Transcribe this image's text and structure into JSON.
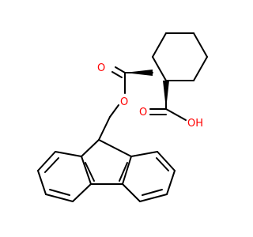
{
  "molecule": {
    "atom_labels": {
      "ester_o_double": "O",
      "ester_o_single": "O",
      "acid_o_double": "O",
      "acid_oh": "OH"
    },
    "colors": {
      "bond": "#000000",
      "heteroatom": "#ff0000"
    }
  }
}
